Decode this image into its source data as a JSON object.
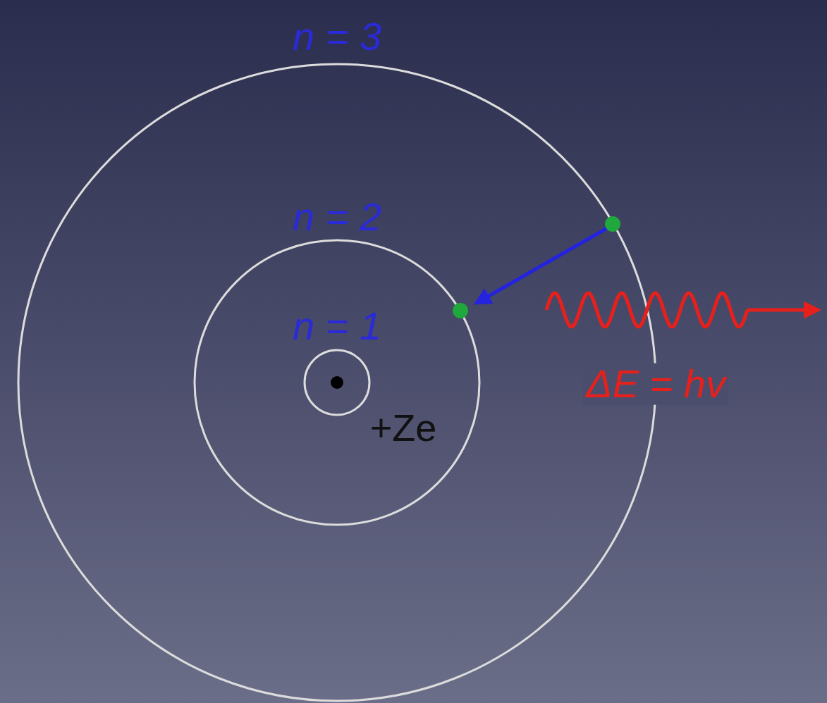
{
  "diagram": {
    "labels": [
      "n = 3",
      "n = 2",
      "n = 1",
      "+Ze",
      "ΔE = hv"
    ]
  }
}
